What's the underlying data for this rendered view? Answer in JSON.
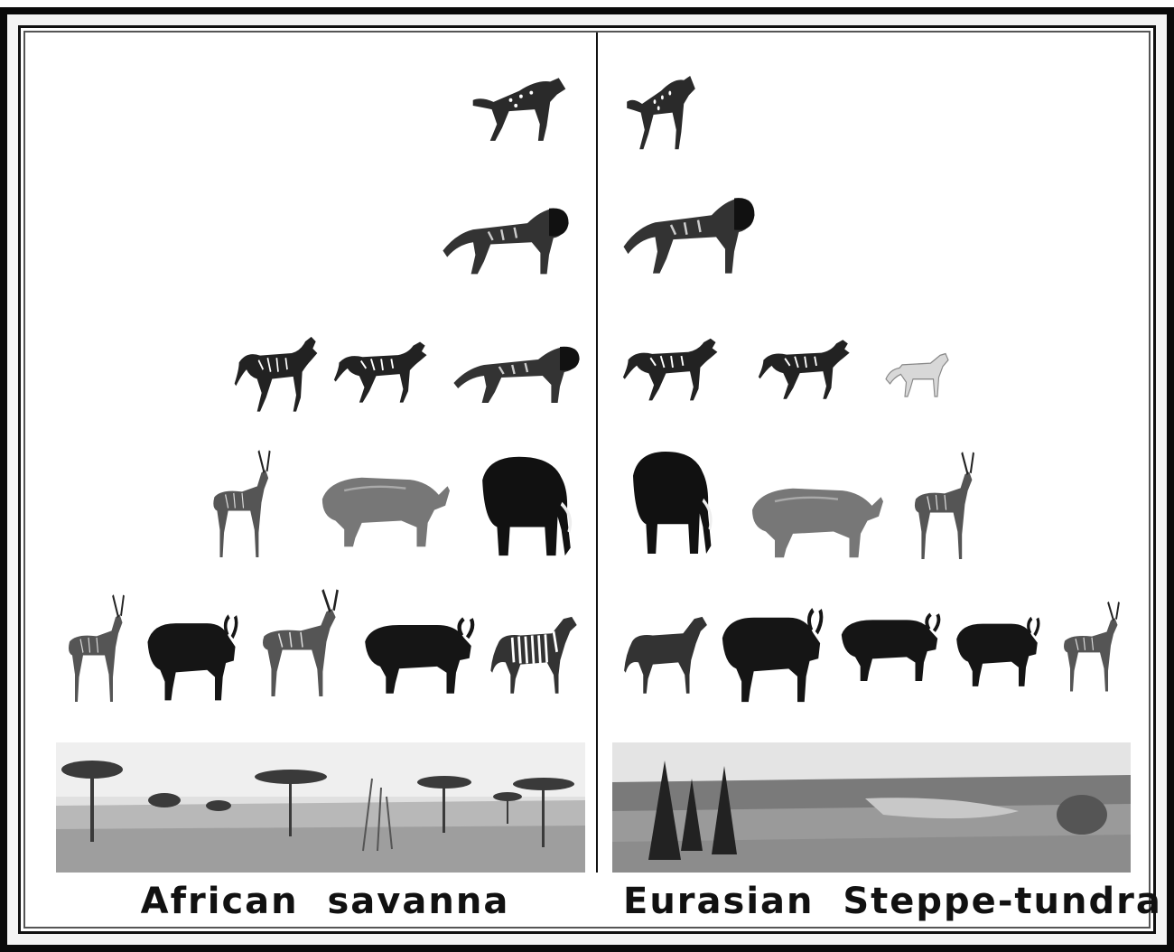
{
  "left_panel": {
    "caption": "African  savanna",
    "tiers": [
      [
        "hyena"
      ],
      [
        "lion"
      ],
      [
        "jackal",
        "wild-dog",
        "cheetah"
      ],
      [
        "kudu",
        "rhinoceros",
        "elephant"
      ],
      [
        "gazelle",
        "wildebeest",
        "eland",
        "buffalo",
        "zebra"
      ]
    ]
  },
  "right_panel": {
    "caption": "Eurasian  Steppe-tundra",
    "tiers": [
      [
        "cave-hyena"
      ],
      [
        "cave-lion"
      ],
      [
        "wolf",
        "dhole",
        "arctic-fox"
      ],
      [
        "woolly-mammoth",
        "woolly-rhinoceros",
        "giant-deer"
      ],
      [
        "wild-horse",
        "bison",
        "yak",
        "musk-ox",
        "saiga"
      ]
    ]
  },
  "colors": {
    "frame": "#0a0a0a",
    "ink": "#111111",
    "background": "#ffffff",
    "scene_sky": "#dcdcdc",
    "scene_ground": "#a9a9a9"
  }
}
